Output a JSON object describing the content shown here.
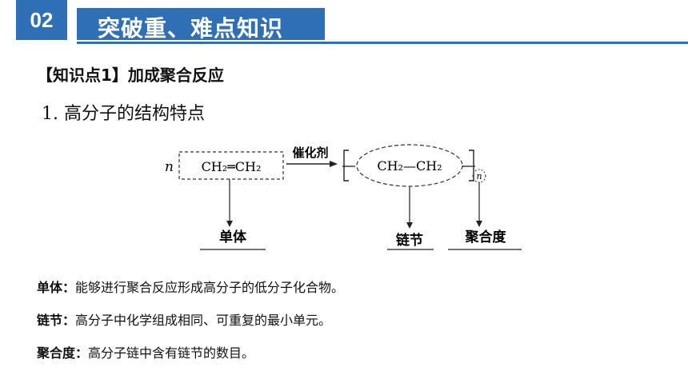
{
  "header": {
    "badge": "02",
    "title": "突破重、难点知识"
  },
  "section": {
    "heading": "【知识点1】加成聚合反应",
    "subheading": "1. 高分子的结构特点"
  },
  "diagram": {
    "n": "n",
    "monomer_formula": "CH₂═CH₂",
    "catalyst": "催化剂",
    "chain_unit_formula": "CH₂—CH₂",
    "degree_symbol": "n",
    "label_monomer": "单体",
    "label_link": "链节",
    "label_degree": "聚合度"
  },
  "definitions": [
    {
      "term": "单体：",
      "text": "能够进行聚合反应形成高分子的低分子化合物。"
    },
    {
      "term": "链节：",
      "text": "高分子中化学组成相同、可重复的最小单元。"
    },
    {
      "term": "聚合度：",
      "text": "高分子链中含有链节的数目。"
    }
  ]
}
